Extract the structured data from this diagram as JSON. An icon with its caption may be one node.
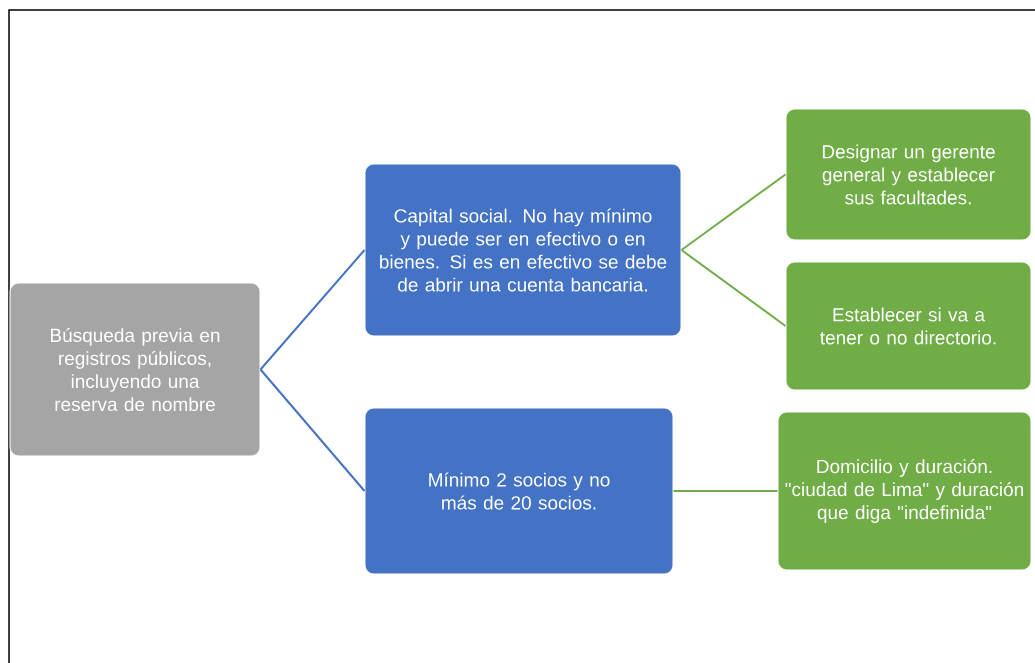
{
  "diagram": {
    "nodes": [
      {
        "text": [
          "Búsqueda previa en registros públicos, incluyendo una reserva de nombre"
        ]
      },
      {
        "text": [
          "Capital social. No hay mínimo y puede ser en efectivo o en bienes. Si es en efectivo se debe de abrir una cuenta bancaria."
        ]
      },
      {
        "text": [
          "Mínimo 2 socios y no más de 20 socios."
        ]
      },
      {
        "text": [
          "Designar un gerente general y establecer sus facultades."
        ]
      },
      {
        "text": [
          "Establecer si va a tener o no directorio."
        ]
      },
      {
        "text": [
          "Domicilio y duración. \"ciudad de Lima\" y duración que diga \"indefinida\""
        ]
      }
    ],
    "edges": [
      {
        "from": 0,
        "to": 1,
        "arrow": "none",
        "color": "#4472c4"
      },
      {
        "from": 0,
        "to": 2,
        "arrow": "none",
        "color": "#4472c4"
      },
      {
        "from": 1,
        "to": 3,
        "arrow": "none"
      },
      {
        "from": 1,
        "to": 4,
        "arrow": "none"
      },
      {
        "from": 2,
        "to": 5,
        "arrow": "none"
      }
    ]
  }
}
